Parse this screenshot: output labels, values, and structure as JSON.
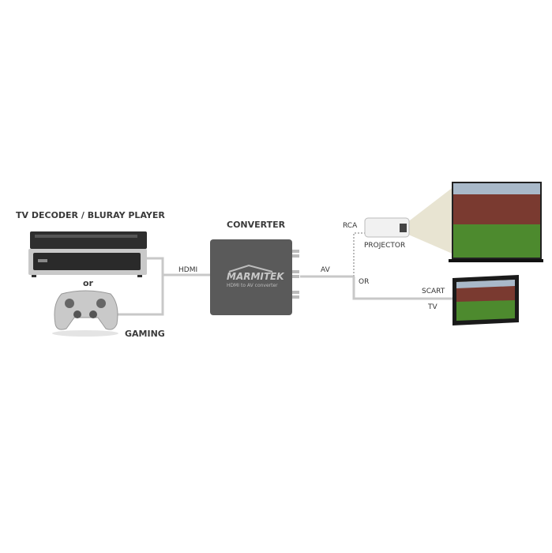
{
  "source": {
    "title": "TV DECODER / BLURAY PLAYER",
    "or_label": "or",
    "gaming_label": "GAMING"
  },
  "converter": {
    "title": "CONVERTER",
    "brand_logo": "MARMITEK",
    "product_text": "HDMI to AV converter"
  },
  "connections": {
    "hdmi": "HDMI",
    "av": "AV",
    "rca": "RCA",
    "or_label": "OR",
    "scart": "SCART"
  },
  "outputs": {
    "projector_label": "PROJECTOR",
    "tv_label": "TV"
  },
  "colors": {
    "cable": "#c8c8c8",
    "device_dark": "#3c3c3c",
    "converter": "#5a5a5a",
    "beam": "#e8e4d2",
    "pitch": "#4d8a2e"
  }
}
